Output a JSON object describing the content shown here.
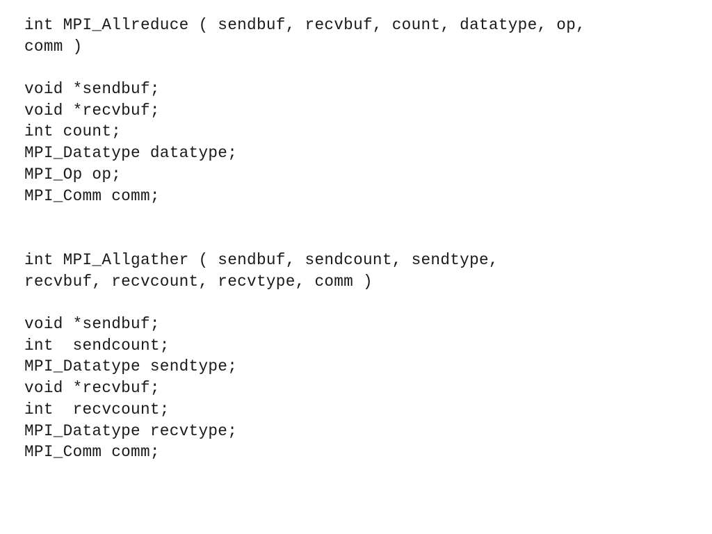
{
  "allreduce": {
    "signature_line1": "int MPI_Allreduce ( sendbuf, recvbuf, count, datatype, op,",
    "signature_line2": "comm )",
    "params": [
      "void *sendbuf;",
      "void *recvbuf;",
      "int count;",
      "MPI_Datatype datatype;",
      "MPI_Op op;",
      "MPI_Comm comm;"
    ]
  },
  "allgather": {
    "signature_line1": "int MPI_Allgather ( sendbuf, sendcount, sendtype,",
    "signature_line2": "recvbuf, recvcount, recvtype, comm )",
    "params": [
      "void *sendbuf;",
      "int  sendcount;",
      "MPI_Datatype sendtype;",
      "void *recvbuf;",
      "int  recvcount;",
      "MPI_Datatype recvtype;",
      "MPI_Comm comm;"
    ]
  }
}
